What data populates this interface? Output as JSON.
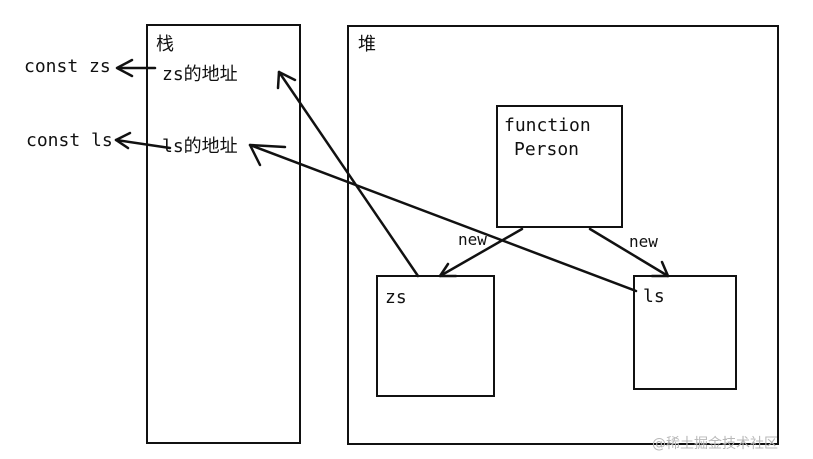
{
  "labels": {
    "const_zs": "const zs",
    "const_ls": "const ls",
    "stack_title": "栈",
    "heap_title": "堆",
    "zs_address": "zs的地址",
    "ls_address": "ls的地址",
    "function_line1": "function",
    "function_line2": "Person",
    "new_left": "new",
    "new_right": "new",
    "zs_object": "zs",
    "ls_object": "ls"
  },
  "watermark": "@稀土掘金技术社区",
  "colors": {
    "stroke": "#111111",
    "background": "#ffffff",
    "watermark": "#b8b8b8"
  }
}
